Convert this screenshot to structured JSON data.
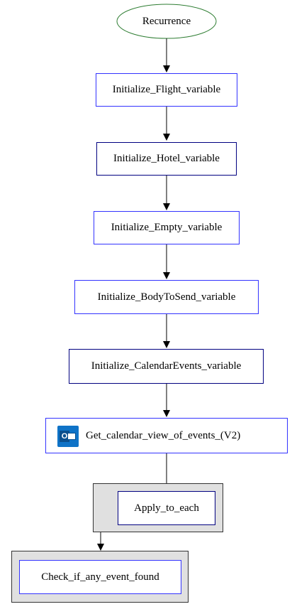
{
  "nodes": {
    "recurrence": "Recurrence",
    "init_flight": "Initialize_Flight_variable",
    "init_hotel": "Initialize_Hotel_variable",
    "init_empty": "Initialize_Empty_variable",
    "init_bodytosend": "Initialize_BodyToSend_variable",
    "init_calendarevents": "Initialize_CalendarEvents_variable",
    "get_calendar": "Get_calendar_view_of_events_(V2)",
    "apply_to_each": "Apply_to_each",
    "check_event": "Check_if_any_event_found"
  },
  "icons": {
    "get_calendar_icon": "outlook-icon"
  },
  "colors": {
    "ellipse_border": "#2e7d32",
    "box_border_blue": "#3333ff",
    "box_border_navy": "#000080",
    "container_fill": "#e0e0e0"
  }
}
